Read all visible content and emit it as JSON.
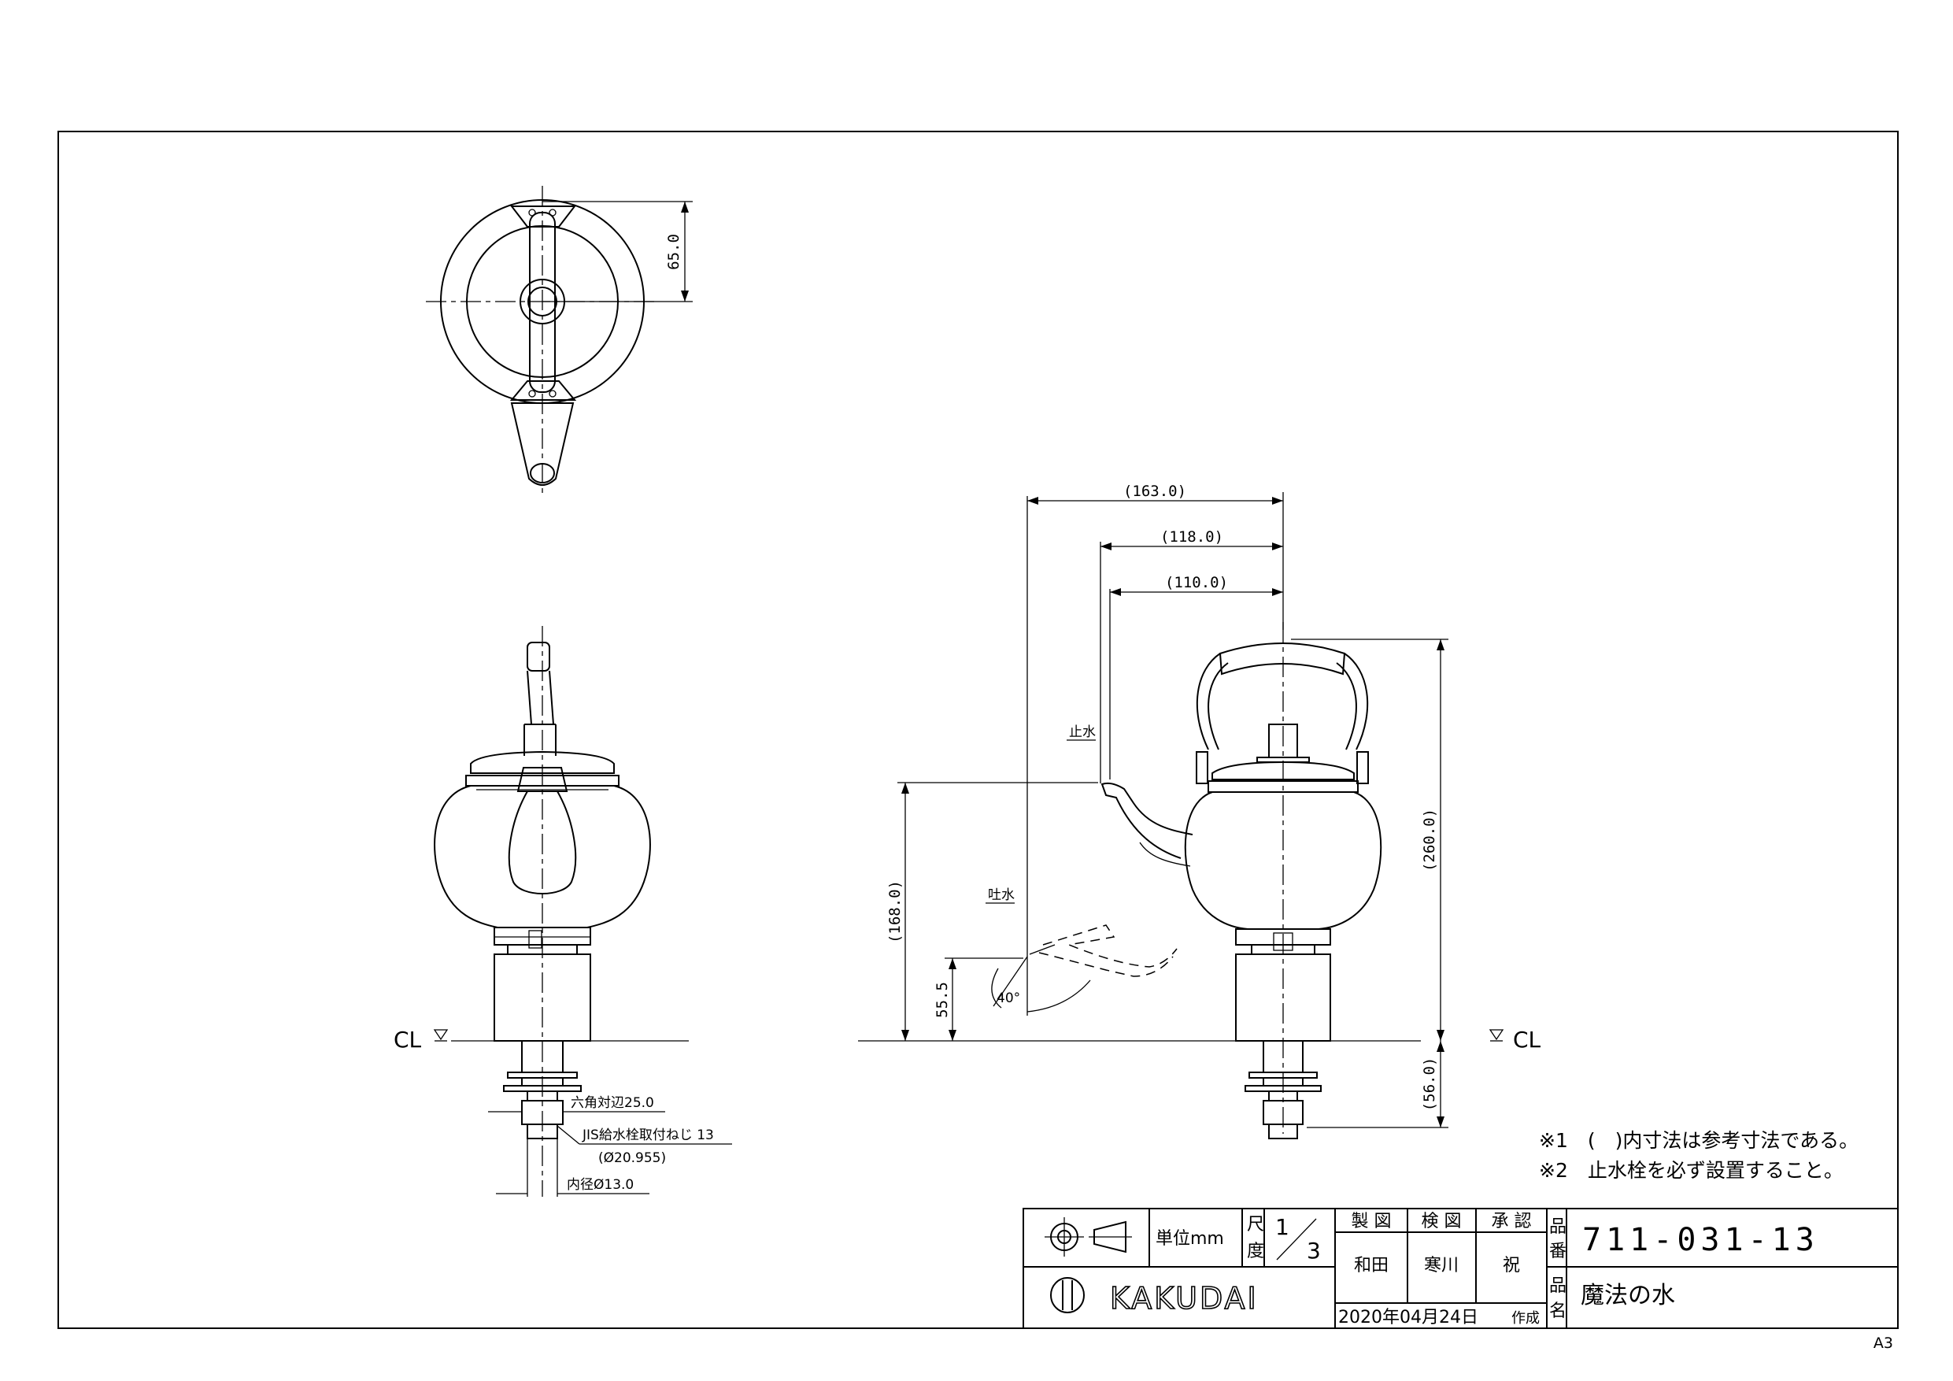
{
  "top_view": {
    "dim_width": "65.0"
  },
  "front_view": {
    "hex_label": "六角対辺25.0",
    "thread_label": "JIS給水栓取付ねじ 13",
    "thread_size": "(Ø20.955)",
    "bore_label": "内径Ø13.0",
    "cl_label": "CL"
  },
  "side_view": {
    "dim_overall_reach": "(163.0)",
    "dim_reach_stop": "(118.0)",
    "dim_reach_spout": "(110.0)",
    "dim_height": "(260.0)",
    "dim_spout_height": "(168.0)",
    "dim_outlet_height": "55.5",
    "dim_below_cl": "(56.0)",
    "angle": "40°",
    "label_stop": "止水",
    "label_discharge": "吐水",
    "cl_label": "CL"
  },
  "notes": [
    "※1　(　)内寸法は参考寸法である。",
    "※2　止水栓を必ず設置すること。"
  ],
  "title_block": {
    "unit_label": "単位mm",
    "scale_label_1": "尺",
    "scale_label_2": "度",
    "scale_num": "1",
    "scale_den": "3",
    "drawn_label": "製 図",
    "checked_label": "検 図",
    "approved_label": "承 認",
    "drawn_by": "和田",
    "checked_by": "寒川",
    "approved_by": "祝",
    "part_no_label_1": "品",
    "part_no_label_2": "番",
    "part_no": "711-031-13",
    "name_label_1": "品",
    "name_label_2": "名",
    "part_name": "魔法の水",
    "brand": "KAKUDAI",
    "date": "2020年04月24日",
    "date_suffix": "作成"
  },
  "sheet_size": "A3"
}
